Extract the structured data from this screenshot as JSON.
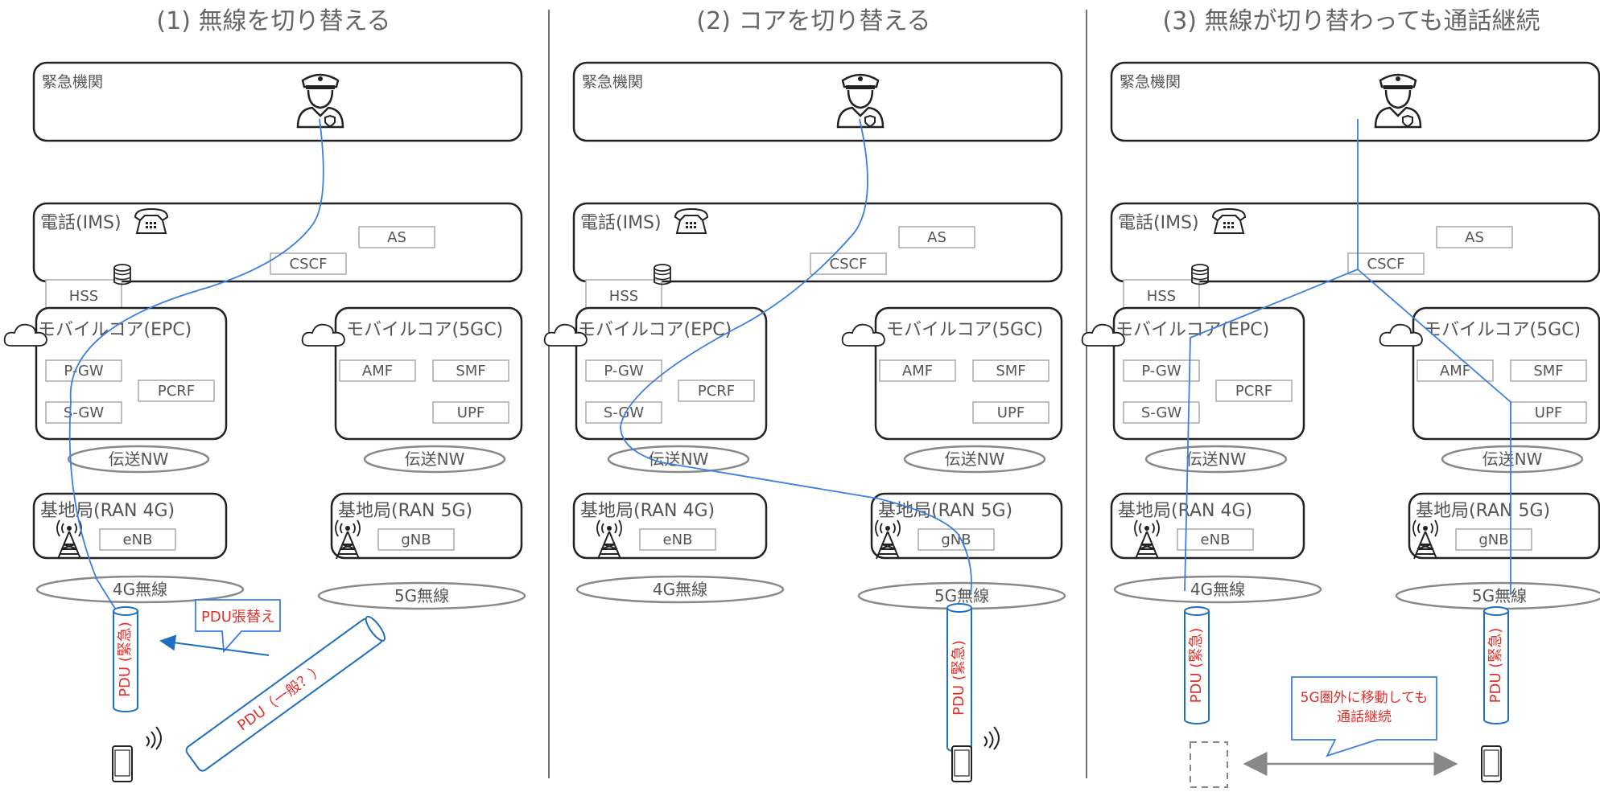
{
  "colors": {
    "line": "#3b7fe0",
    "red": "#e0302b",
    "text": "#555555",
    "title": "#666666",
    "box": "#222222",
    "gray_box": "#aaaaaa"
  },
  "panels": [
    {
      "title": "(1) 無線を切り替える",
      "emergency": "緊急機関",
      "ims": "電話(IMS)",
      "as": "AS",
      "cscf": "CSCF",
      "hss": "HSS",
      "epc": "モバイルコア(EPC)",
      "pgw": "P-GW",
      "pcrf": "PCRF",
      "sgw": "S-GW",
      "core5g": "モバイルコア(5GC)",
      "amf": "AMF",
      "smf": "SMF",
      "upf": "UPF",
      "trans1": "伝送NW",
      "trans2": "伝送NW",
      "ran4g": "基地局(RAN 4G)",
      "enb": "eNB",
      "ran5g": "基地局(RAN 5G)",
      "gnb": "gNB",
      "radio4g": "4G無線",
      "radio5g": "5G無線",
      "pdu1": "PDU (緊急)",
      "pdu2": "PDU（一般？）",
      "callout": "PDU張替え"
    },
    {
      "title": "(2) コアを切り替える",
      "emergency": "緊急機関",
      "ims": "電話(IMS)",
      "as": "AS",
      "cscf": "CSCF",
      "hss": "HSS",
      "epc": "モバイルコア(EPC)",
      "pgw": "P-GW",
      "pcrf": "PCRF",
      "sgw": "S-GW",
      "core5g": "モバイルコア(5GC)",
      "amf": "AMF",
      "smf": "SMF",
      "upf": "UPF",
      "trans1": "伝送NW",
      "trans2": "伝送NW",
      "ran4g": "基地局(RAN 4G)",
      "enb": "eNB",
      "ran5g": "基地局(RAN 5G)",
      "gnb": "gNB",
      "radio4g": "4G無線",
      "radio5g": "5G無線",
      "pdu1": "PDU (緊急)"
    },
    {
      "title": "(3) 無線が切り替わっても通話継続",
      "emergency": "緊急機関",
      "ims": "電話(IMS)",
      "as": "AS",
      "cscf": "CSCF",
      "hss": "HSS",
      "epc": "モバイルコア(EPC)",
      "pgw": "P-GW",
      "pcrf": "PCRF",
      "sgw": "S-GW",
      "core5g": "モバイルコア(5GC)",
      "amf": "AMF",
      "smf": "SMF",
      "upf": "UPF",
      "trans1": "伝送NW",
      "trans2": "伝送NW",
      "ran4g": "基地局(RAN 4G)",
      "enb": "eNB",
      "ran5g": "基地局(RAN 5G)",
      "gnb": "gNB",
      "radio4g": "4G無線",
      "radio5g": "5G無線",
      "pdu1": "PDU (緊急)",
      "pdu2": "PDU (緊急)",
      "callout": "5G圏外に移動しても通話継続"
    }
  ]
}
